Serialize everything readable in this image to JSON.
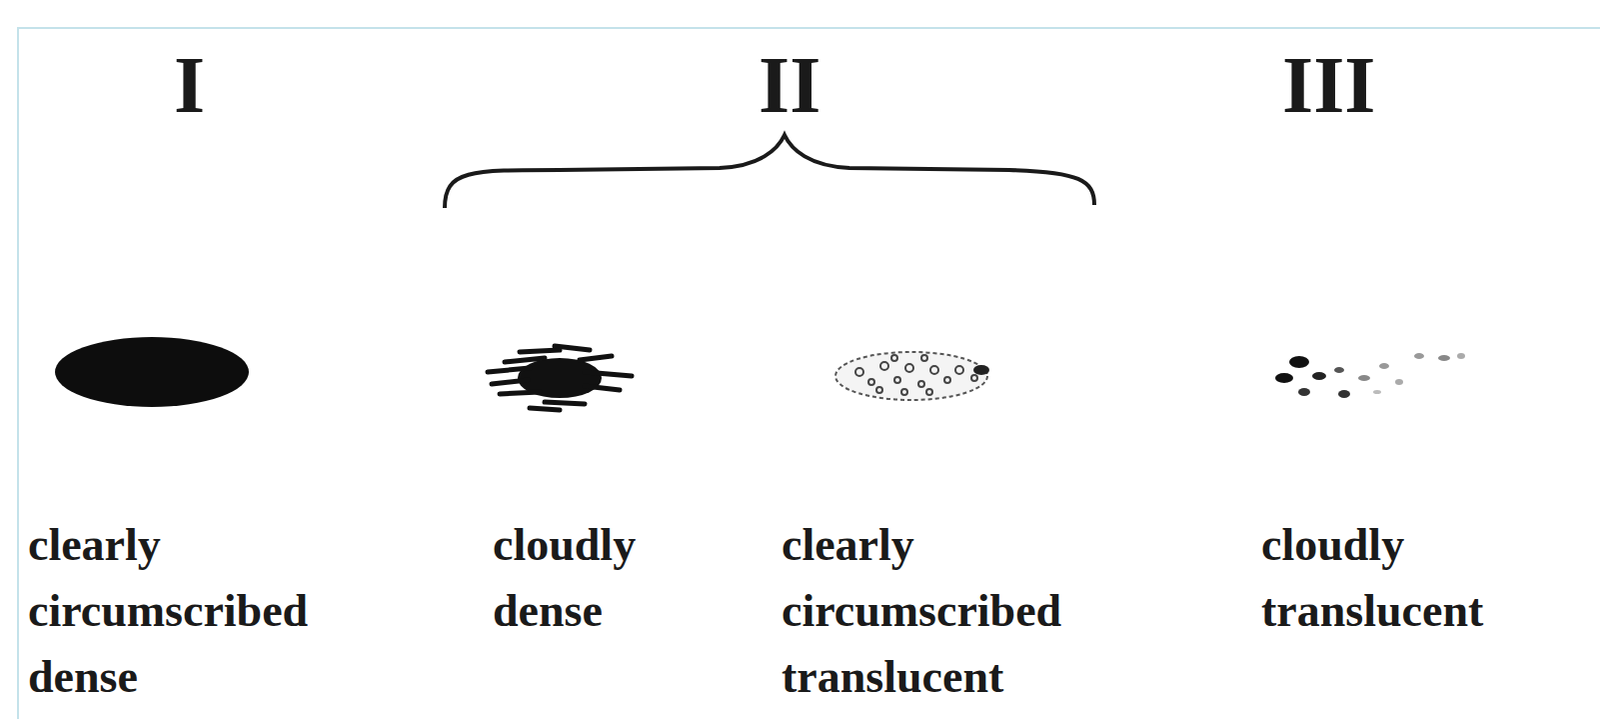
{
  "diagram": {
    "labels": [
      "I",
      "II",
      "III",
      "clearly circumscribed dense",
      "cloudly dense",
      "clearly circumscribed translucent",
      "cloudly translucent"
    ]
  }
}
